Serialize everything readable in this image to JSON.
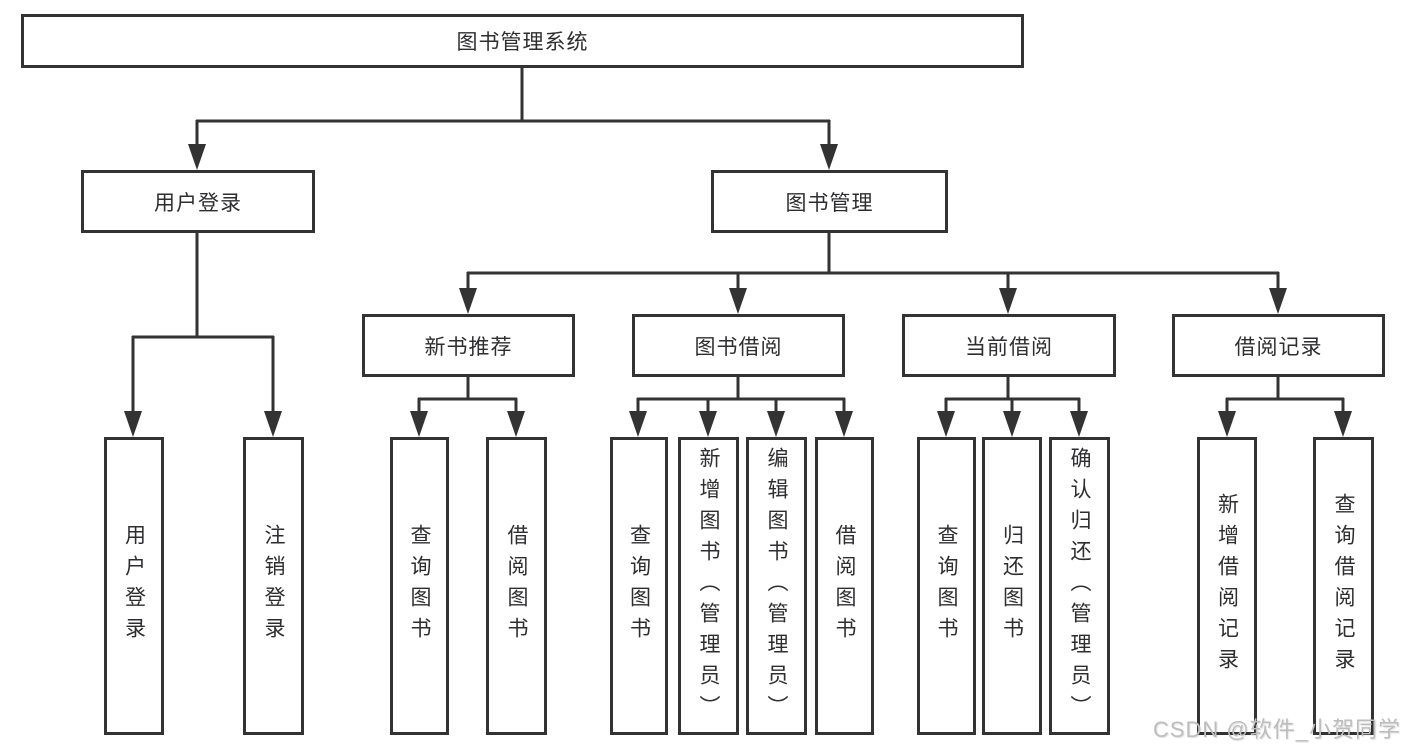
{
  "colors": {
    "line": "#333333",
    "text": "#2e2e30",
    "watermark": "#bdbdbd",
    "background": "#ffffff"
  },
  "nodes": {
    "root": {
      "label": "图书管理系统"
    },
    "user_login": {
      "label": "用户登录"
    },
    "book_management": {
      "label": "图书管理"
    },
    "new_book_recommend": {
      "label": "新书推荐"
    },
    "book_borrowing": {
      "label": "图书借阅"
    },
    "current_borrowing": {
      "label": "当前借阅"
    },
    "borrowing_records": {
      "label": "借阅记录"
    },
    "leaf_user_login": {
      "label": "用户登录"
    },
    "leaf_logout": {
      "label": "注销登录"
    },
    "leaf_nb_query": {
      "label": "查询图书"
    },
    "leaf_nb_borrow": {
      "label": "借阅图书"
    },
    "leaf_bb_query": {
      "label": "查询图书"
    },
    "leaf_bb_add": {
      "label": "新增图书（管理员）"
    },
    "leaf_bb_edit": {
      "label": "编辑图书（管理员）"
    },
    "leaf_bb_borrow": {
      "label": "借阅图书"
    },
    "leaf_cb_query": {
      "label": "查询图书"
    },
    "leaf_cb_return": {
      "label": "归还图书"
    },
    "leaf_cb_confirm": {
      "label": "确认归还（管理员）"
    },
    "leaf_br_add": {
      "label": "新增借阅记录"
    },
    "leaf_br_query": {
      "label": "查询借阅记录"
    }
  },
  "watermark": {
    "text": "CSDN @软件_小贺同学"
  }
}
